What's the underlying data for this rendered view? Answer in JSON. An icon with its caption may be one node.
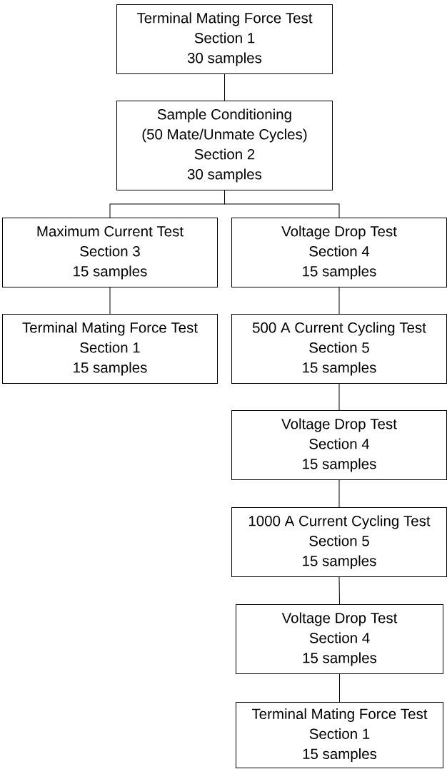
{
  "diagram": {
    "nodes": [
      {
        "text": [
          "Terminal Mating Force Test",
          "Section 1",
          "30 samples"
        ]
      },
      {
        "text": [
          "Sample Conditioning",
          "(50 Mate/Unmate Cycles)",
          "Section 2",
          "30 samples"
        ]
      },
      {
        "text": [
          "Maximum Current Test",
          "Section 3",
          "15 samples"
        ]
      },
      {
        "text": [
          "Voltage Drop Test",
          "Section 4",
          "15 samples"
        ]
      },
      {
        "text": [
          "Terminal Mating Force Test",
          "Section 1",
          "15 samples"
        ]
      },
      {
        "text": [
          "500 A Current Cycling Test",
          "Section 5",
          "15 samples"
        ]
      },
      {
        "text": [
          "Voltage Drop Test",
          "Section 4",
          "15 samples"
        ]
      },
      {
        "text": [
          "1000 A Current Cycling Test",
          "Section 5",
          "15 samples"
        ]
      },
      {
        "text": [
          "Voltage Drop Test",
          "Section 4",
          "15 samples"
        ]
      },
      {
        "text": [
          "Terminal Mating Force Test",
          "Section 1",
          "15 samples"
        ]
      }
    ],
    "edges": [
      {
        "from": 0,
        "to": 1,
        "arrow": "none"
      },
      {
        "from": 1,
        "to": 2,
        "arrow": "none"
      },
      {
        "from": 1,
        "to": 3,
        "arrow": "none"
      },
      {
        "from": 2,
        "to": 4,
        "arrow": "none"
      },
      {
        "from": 3,
        "to": 5,
        "arrow": "none"
      },
      {
        "from": 5,
        "to": 6,
        "arrow": "none"
      },
      {
        "from": 6,
        "to": 7,
        "arrow": "none"
      },
      {
        "from": 7,
        "to": 8,
        "arrow": "none"
      },
      {
        "from": 8,
        "to": 9,
        "arrow": "none"
      }
    ]
  }
}
